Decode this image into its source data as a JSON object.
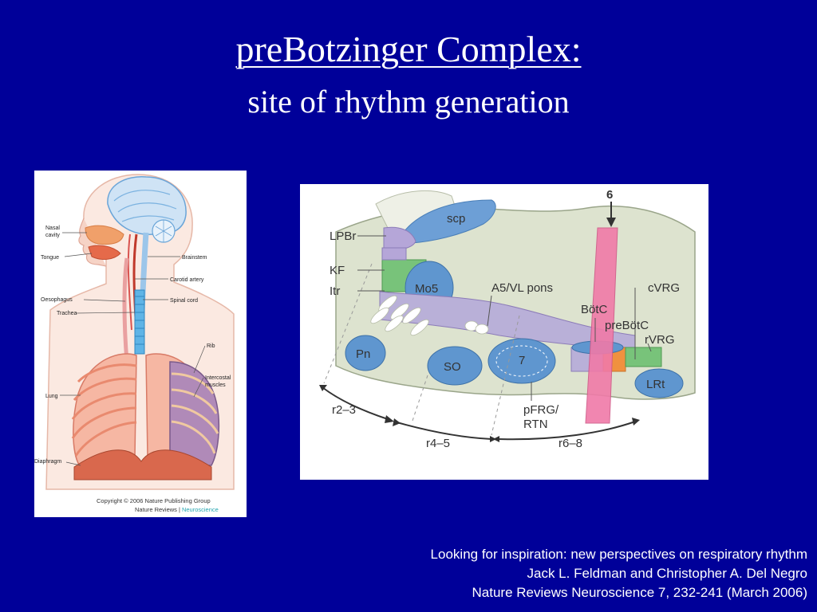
{
  "slide": {
    "title": "preBotzinger Complex:",
    "subtitle": "site of rhythm generation",
    "colors": {
      "background": "#000099",
      "text": "#ffffff"
    }
  },
  "anatomy_figure": {
    "labels": {
      "nasal_cavity_1": "Nasal",
      "nasal_cavity_2": "cavity",
      "tongue": "Tongue",
      "oesophagus": "Oesophagus",
      "trachea": "Trachea",
      "lung": "Lung",
      "diaphragm": "Diaphragm",
      "brainstem": "Brainstem",
      "carotid_artery": "Carotid artery",
      "spinal_cord": "Spinal cord",
      "rib": "Rib",
      "intercostal_1": "Intercostal",
      "intercostal_2": "muscles"
    },
    "copyright_1": "Copyright © 2006 Nature Publishing Group",
    "copyright_2": "Nature Reviews |",
    "copyright_journal": "Neuroscience"
  },
  "brainstem_figure": {
    "labels": {
      "six": "6",
      "lpbr": "LPBr",
      "scp": "scp",
      "kf": "KF",
      "itr": "Itr",
      "mo5": "Mo5",
      "a5vl": "A5/VL pons",
      "cvrg": "cVRG",
      "botc": "BötC",
      "prebotc": "preBötC",
      "rvrg": "rVRG",
      "pn": "Pn",
      "so": "SO",
      "seven": "7",
      "lrt": "LRt",
      "pfrg": "pFRG/",
      "rtn": "RTN",
      "r23": "r2–3",
      "r45": "r4–5",
      "r68": "r6–8"
    }
  },
  "citation": {
    "line1": "Looking for inspiration: new perspectives on respiratory rhythm",
    "line2": "Jack L. Feldman and Christopher A. Del Negro",
    "line3": "Nature Reviews Neuroscience 7, 232-241 (March 2006)"
  }
}
